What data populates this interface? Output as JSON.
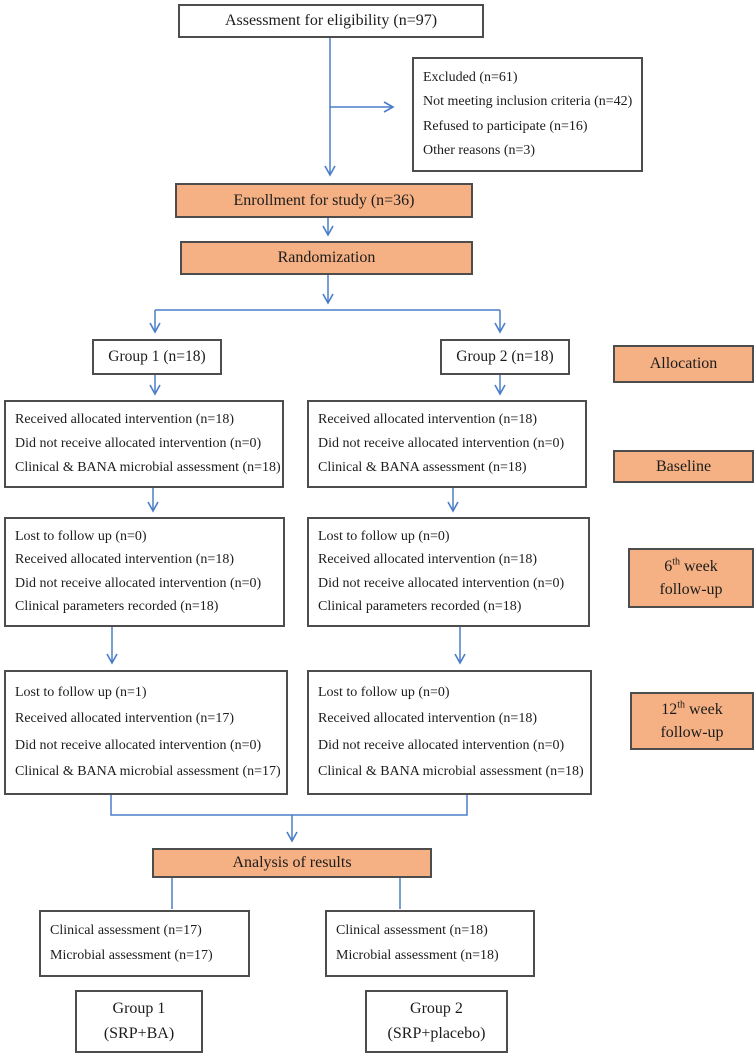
{
  "colors": {
    "accent_fill": "#f5b183",
    "box_border": "#4d4d4d",
    "arrow_blue": "#4a7ec8"
  },
  "nodes": {
    "eligibility": {
      "label": "Assessment for eligibility (n=97)"
    },
    "excluded": {
      "lines": [
        "Excluded (n=61)",
        "Not meeting inclusion criteria (n=42)",
        "Refused to participate (n=16)",
        "Other reasons (n=3)"
      ]
    },
    "enrollment": {
      "label": "Enrollment for study (n=36)"
    },
    "randomization": {
      "label": "Randomization"
    },
    "group1": {
      "label": "Group 1 (n=18)"
    },
    "group2": {
      "label": "Group 2 (n=18)"
    },
    "baseline_left": {
      "lines": [
        "Received allocated intervention (n=18)",
        "Did not receive allocated intervention (n=0)",
        "Clinical & BANA microbial assessment (n=18)"
      ]
    },
    "baseline_right": {
      "lines": [
        "Received allocated intervention (n=18)",
        "Did not receive allocated intervention (n=0)",
        "Clinical & BANA assessment (n=18)"
      ]
    },
    "week6_left": {
      "lines": [
        "Lost to follow up (n=0)",
        "Received allocated intervention (n=18)",
        "Did not receive allocated intervention (n=0)",
        "Clinical parameters recorded (n=18)"
      ]
    },
    "week6_right": {
      "lines": [
        "Lost to follow up (n=0)",
        "Received allocated intervention (n=18)",
        "Did not receive allocated intervention (n=0)",
        "Clinical parameters recorded (n=18)"
      ]
    },
    "week12_left": {
      "lines": [
        "Lost to follow up (n=1)",
        "Received allocated intervention (n=17)",
        "Did not receive allocated intervention (n=0)",
        "Clinical & BANA microbial assessment (n=17)"
      ]
    },
    "week12_right": {
      "lines": [
        "Lost to follow up (n=0)",
        "Received allocated intervention (n=18)",
        "Did not receive allocated intervention (n=0)",
        "Clinical & BANA microbial assessment (n=18)"
      ]
    },
    "analysis": {
      "label": "Analysis of results"
    },
    "results_left": {
      "lines": [
        "Clinical assessment (n=17)",
        "Microbial assessment (n=17)"
      ]
    },
    "results_right": {
      "lines": [
        "Clinical assessment (n=18)",
        "Microbial assessment (n=18)"
      ]
    },
    "final_group1": {
      "lines": [
        "Group 1",
        "(SRP+BA)"
      ]
    },
    "final_group2": {
      "lines": [
        "Group 2",
        "(SRP+placebo)"
      ]
    }
  },
  "stages": {
    "allocation": {
      "label": "Allocation"
    },
    "baseline": {
      "label": "Baseline"
    },
    "week6": {
      "num": "6",
      "sup": "th",
      "rest": " week",
      "line2": "follow-up"
    },
    "week12": {
      "num": "12",
      "sup": "th",
      "rest": " week",
      "line2": "follow-up"
    }
  }
}
